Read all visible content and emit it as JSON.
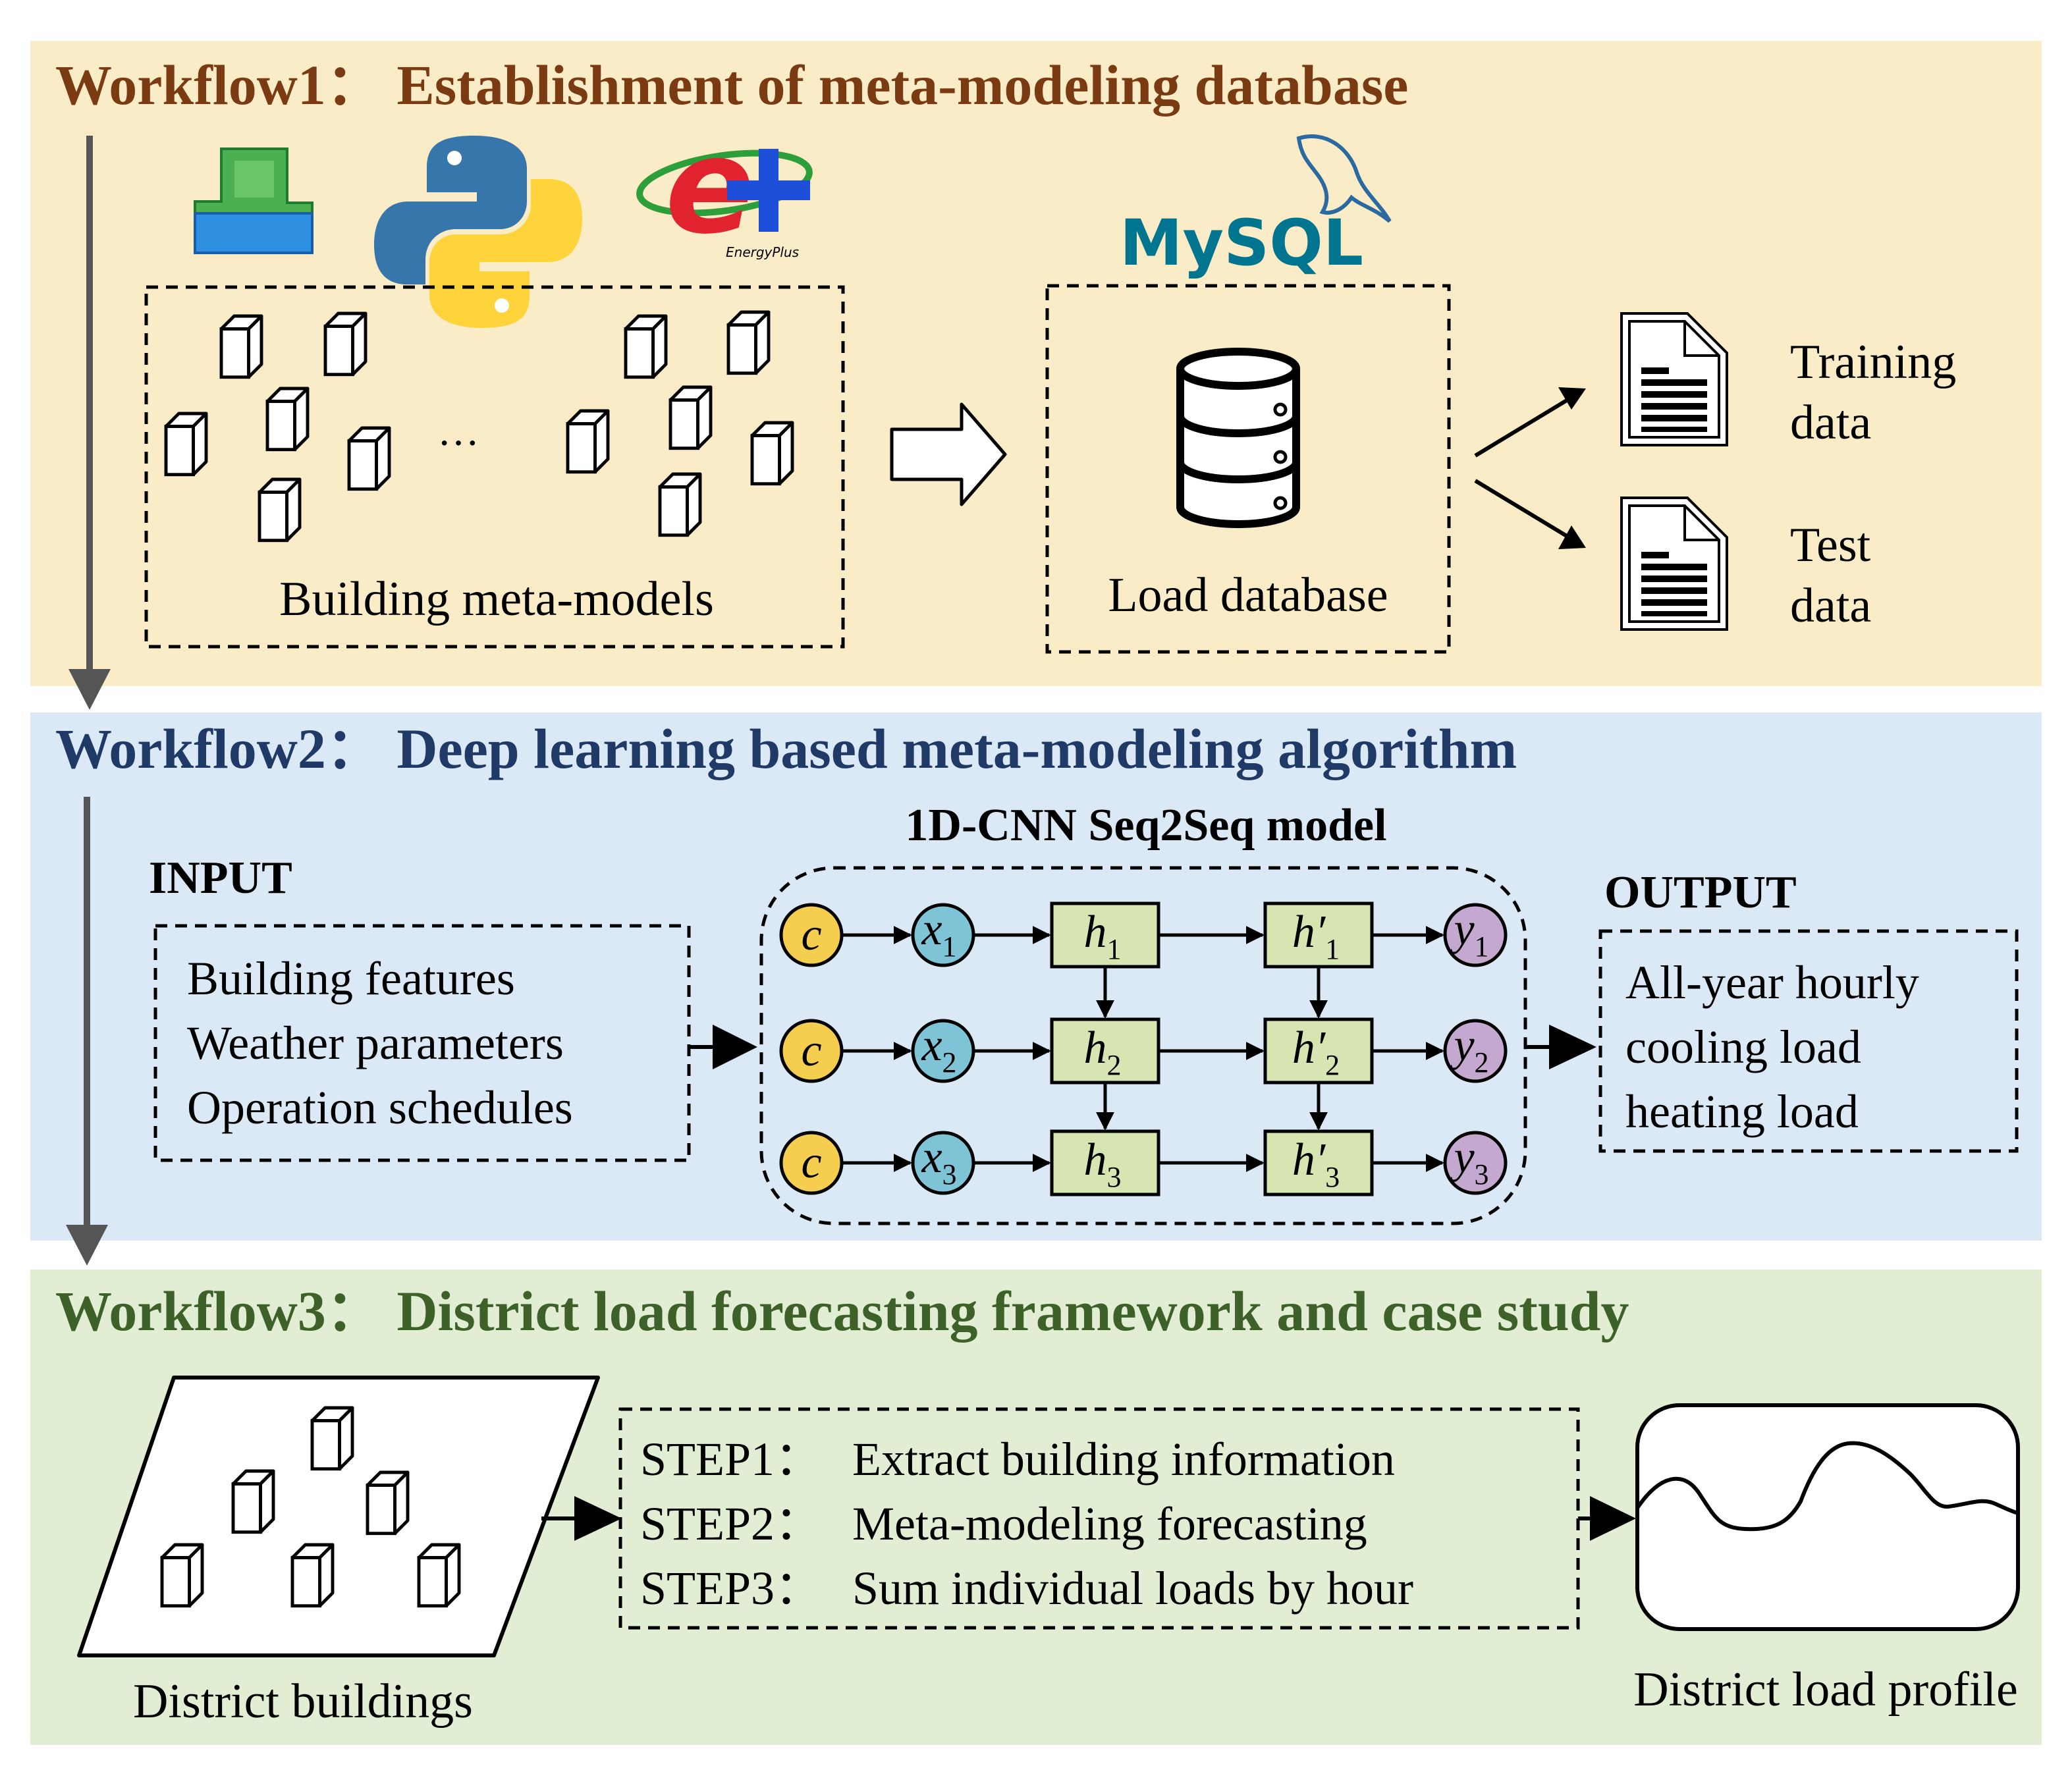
{
  "workflow1": {
    "title": "Workflow1： Establishment of meta-modeling database",
    "color": "#7a3a12",
    "bg": "#fbecc8",
    "building_models_label": "Building meta-models",
    "ellipsis": "···",
    "load_db_label": "Load database",
    "mysql_logo_text": "MySQL",
    "energyplus_logo_text": "EnergyPlus",
    "training_l1": "Training",
    "training_l2": "data",
    "test_l1": "Test",
    "test_l2": "data",
    "icons": [
      "sketchup-logo-icon",
      "python-logo-icon",
      "energyplus-logo-icon",
      "mysql-logo-icon",
      "database-icon",
      "document-icon"
    ]
  },
  "workflow2": {
    "title": "Workflow2： Deep learning based meta-modeling algorithm",
    "color": "#1f3a66",
    "bg": "#dbe8f6",
    "model_title": "1D-CNN Seq2Seq model",
    "input_header": "INPUT",
    "input_items": [
      "Building features",
      "Weather parameters",
      "Operation schedules"
    ],
    "output_header": "OUTPUT",
    "output_items": [
      "All-year hourly",
      "cooling load",
      "heating load"
    ],
    "c_label": "c",
    "x_labels": [
      [
        "x",
        "1"
      ],
      [
        "x",
        "2"
      ],
      [
        "x",
        "3"
      ]
    ],
    "h_labels": [
      [
        "h",
        "1"
      ],
      [
        "h",
        "2"
      ],
      [
        "h",
        "3"
      ]
    ],
    "hp_labels": [
      [
        "h′",
        "1"
      ],
      [
        "h′",
        "2"
      ],
      [
        "h′",
        "3"
      ]
    ],
    "y_labels": [
      [
        "y",
        "1"
      ],
      [
        "y",
        "2"
      ],
      [
        "y",
        "3"
      ]
    ],
    "node_colors": {
      "c": "#f5cd4f",
      "x": "#7ec4d6",
      "h": "#d6e5b2",
      "y": "#c4a8cf"
    }
  },
  "workflow3": {
    "title": "Workflow3： District load forecasting framework and case study",
    "color": "#3d6128",
    "bg": "#e1eed4",
    "steps": [
      {
        "label": "STEP1：",
        "text": "Extract building information"
      },
      {
        "label": "STEP2：",
        "text": "Meta-modeling forecasting"
      },
      {
        "label": "STEP3：",
        "text": "Sum individual loads by hour"
      }
    ],
    "district_buildings_label": "District buildings",
    "district_profile_label": "District load profile"
  },
  "arrow_color": "#555555"
}
